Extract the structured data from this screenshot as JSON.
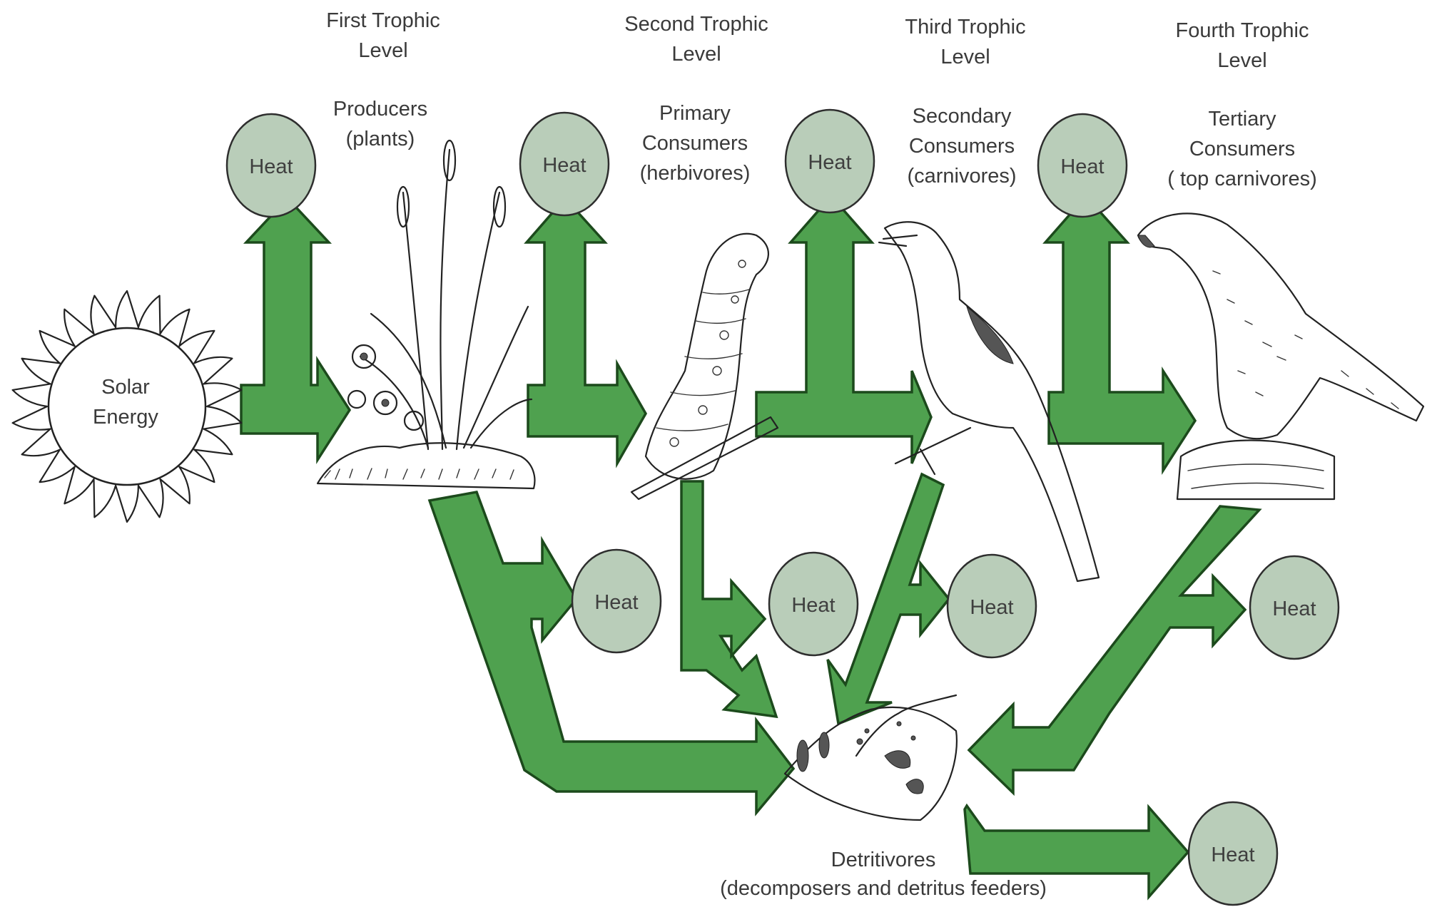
{
  "sun": {
    "line1": "Solar",
    "line2": "Energy"
  },
  "levels": [
    {
      "title1": "First Trophic",
      "title2": "Level",
      "role1": "Producers",
      "role2": "(plants)",
      "role3": ""
    },
    {
      "title1": "Second Trophic",
      "title2": "Level",
      "role1": "Primary",
      "role2": "Consumers",
      "role3": "(herbivores)"
    },
    {
      "title1": "Third Trophic",
      "title2": "Level",
      "role1": "Secondary",
      "role2": "Consumers",
      "role3": "(carnivores)"
    },
    {
      "title1": "Fourth Trophic",
      "title2": "Level",
      "role1": "Tertiary",
      "role2": "Consumers",
      "role3": "( top carnivores)"
    }
  ],
  "heat_label": "Heat",
  "detritivores": {
    "line1": "Detritivores",
    "line2": "(decomposers and detritus feeders)"
  },
  "colors": {
    "arrow": "#4fa14f",
    "arrow_outline": "#1c4a1c",
    "heat_node": "#b9cdb9"
  }
}
